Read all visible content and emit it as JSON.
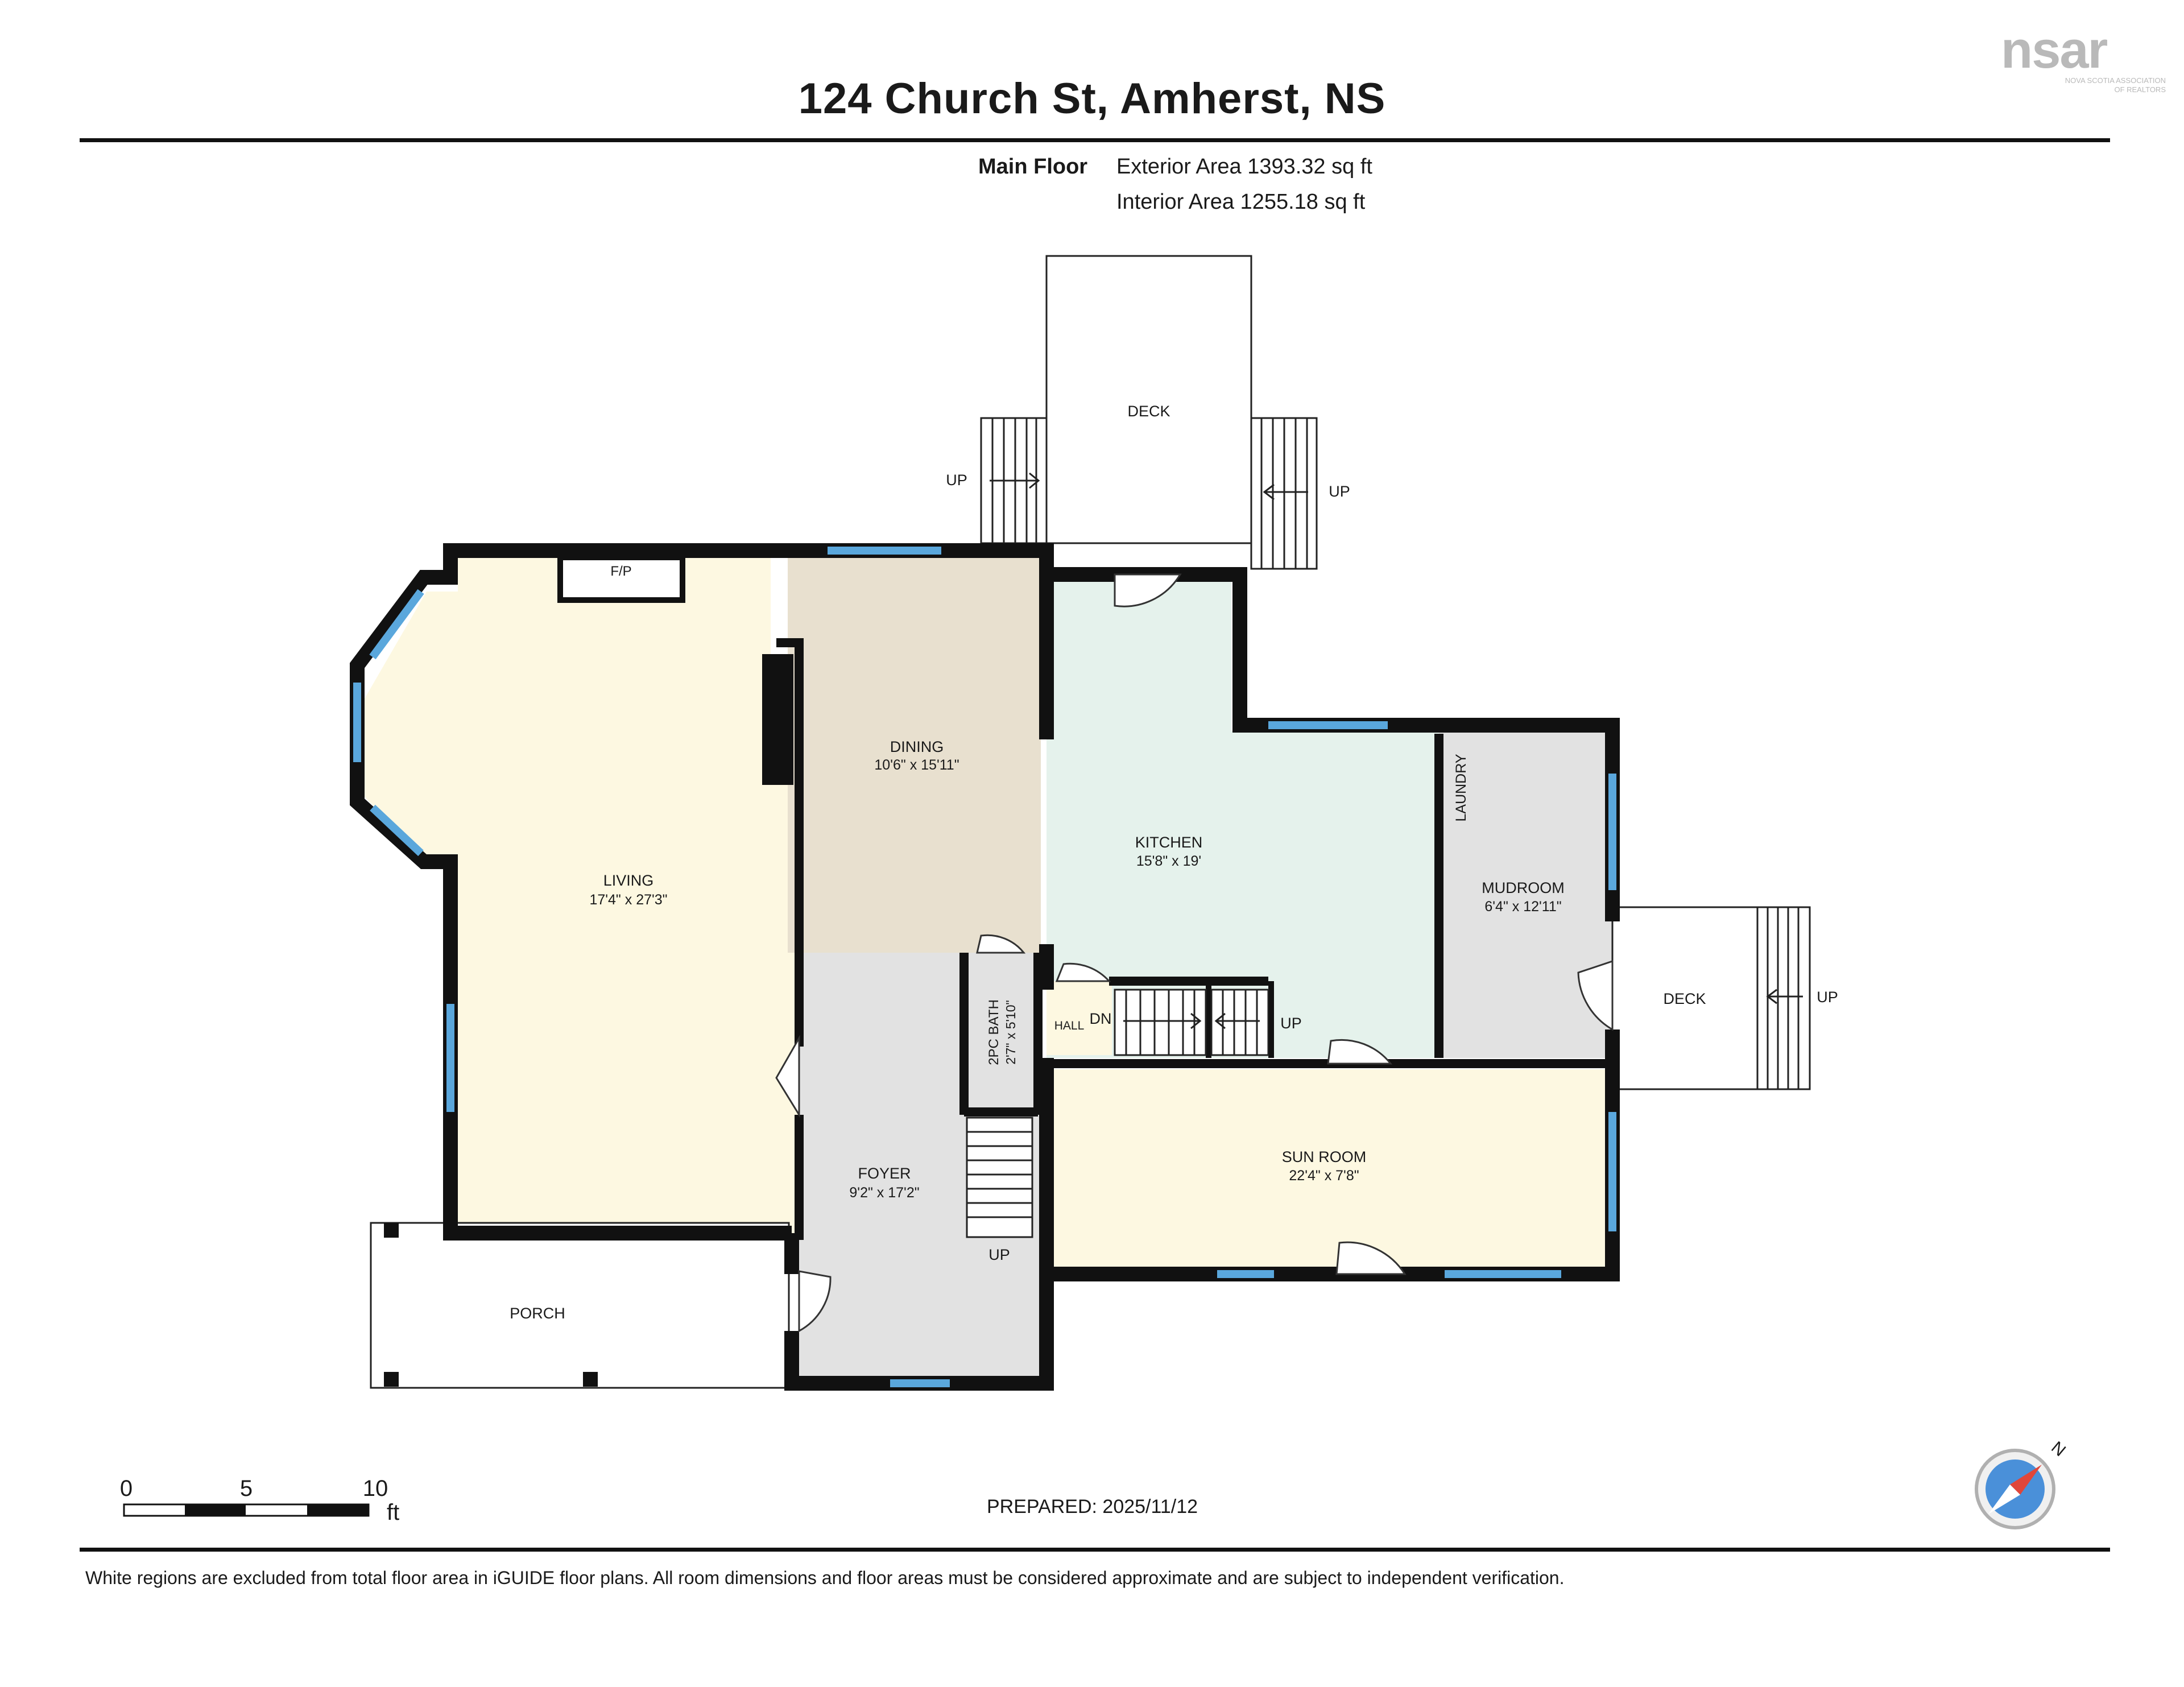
{
  "header": {
    "title": "124 Church St, Amherst, NS",
    "floor_label": "Main Floor",
    "exterior_area": "Exterior Area 1393.32 sq ft",
    "interior_area": "Interior Area 1255.18 sq ft"
  },
  "logo": {
    "text": "nsar",
    "icon": "roof-logo-icon",
    "tagline_1": "NOVA SCOTIA ASSOCIATION",
    "tagline_2": "OF REALTORS"
  },
  "rooms": {
    "living": {
      "name": "LIVING",
      "dims": "17'4\" x 27'3\""
    },
    "dining": {
      "name": "DINING",
      "dims": "10'6\" x 15'11\""
    },
    "kitchen": {
      "name": "KITCHEN",
      "dims": "15'8\" x 19'"
    },
    "mudroom": {
      "name": "MUDROOM",
      "dims": "6'4\" x 12'11\""
    },
    "laundry": {
      "name": "LAUNDRY"
    },
    "bath": {
      "name": "2PC BATH",
      "dims": "2'7\" x 5'10\""
    },
    "hall": {
      "name": "HALL"
    },
    "foyer": {
      "name": "FOYER",
      "dims": "9'2\" x 17'2\""
    },
    "sunroom": {
      "name": "SUN ROOM",
      "dims": "22'4\" x 7'8\""
    },
    "porch": {
      "name": "PORCH"
    },
    "deck_top": {
      "name": "DECK"
    },
    "deck_right": {
      "name": "DECK"
    },
    "fireplace": {
      "name": "F/P"
    }
  },
  "stair_labels": {
    "deck_left_up": "UP",
    "deck_right_up": "UP",
    "deck_east_up": "UP",
    "hall_dn": "DN",
    "hall_up": "UP",
    "foyer_up": "UP"
  },
  "scale": {
    "tick_0": "0",
    "tick_5": "5",
    "tick_10": "10",
    "unit": "ft"
  },
  "compass": {
    "north": "N",
    "icon": "compass-icon"
  },
  "prepared": "PREPARED: 2025/11/12",
  "footer": "White regions are excluded from total floor area in iGUIDE floor plans. All room dimensions and floor areas must be considered approximate and are subject to independent verification.",
  "colors": {
    "wall": "#111111",
    "window": "#5aa7dc",
    "living": "#fdf8e1",
    "dining": "#e8e0cf",
    "kitchen": "#e5f2ec",
    "mudroom": "#e2e2e2",
    "foyer": "#e2e2e2",
    "bath": "#c8e6f6",
    "sunroom": "#fdf8e1",
    "hall": "#fdf8e1"
  }
}
